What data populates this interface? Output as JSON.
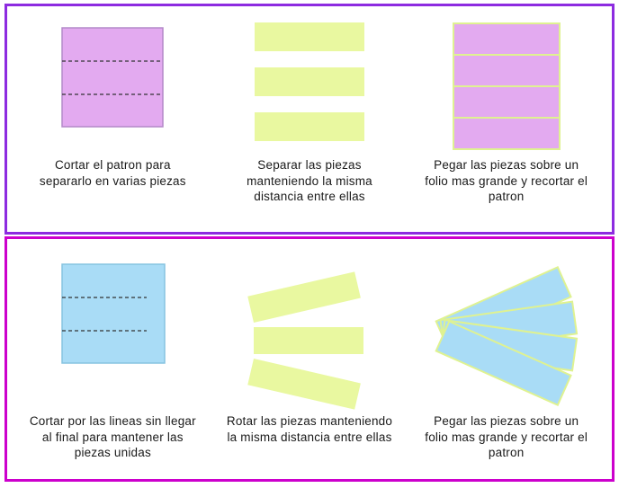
{
  "colors": {
    "top_panel_border": "#8d2be0",
    "bottom_panel_border": "#cc00cc",
    "lilac_fill": "#e3aaf0",
    "lilac_stroke": "#b389c9",
    "green_fill": "#e9f8a0",
    "blue_fill": "#a9dcf6",
    "blue_stroke": "#86c3e0",
    "seam_green": "#dff291",
    "dash_color": "#333333"
  },
  "panels": [
    {
      "name": "straight-separation",
      "steps": [
        {
          "caption": "Cortar el patron para separarlo en varias piezas"
        },
        {
          "caption": "Separar las piezas manteniendo la misma distancia entre ellas"
        },
        {
          "caption": "Pegar las piezas sobre un folio mas grande y recortar el patron"
        }
      ]
    },
    {
      "name": "rotated-separation",
      "steps": [
        {
          "caption": "Cortar por las lineas sin llegar al final para mantener las piezas unidas"
        },
        {
          "caption": "Rotar las piezas manteniendo la misma distancia entre ellas"
        },
        {
          "caption": "Pegar las piezas sobre un folio mas grande y recortar el patron"
        }
      ]
    }
  ]
}
